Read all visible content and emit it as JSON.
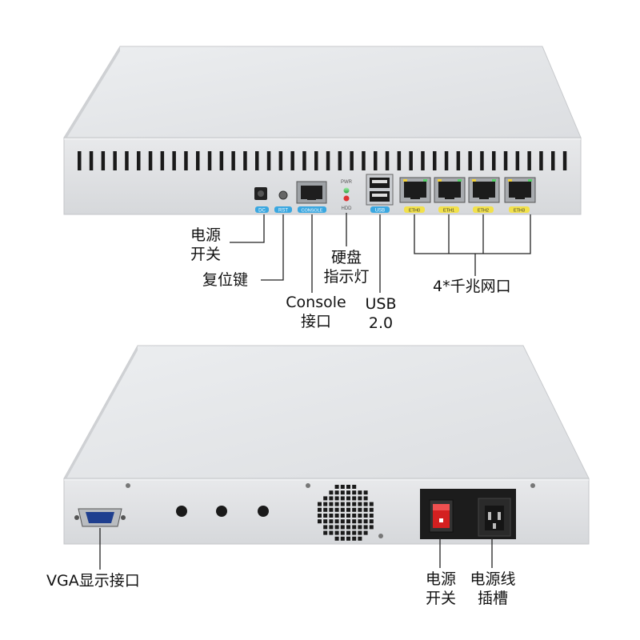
{
  "front": {
    "port_tags": {
      "dc": "DC",
      "rst": "RST",
      "console": "CONSOLE",
      "usb": "USB",
      "eth0": "ETH0",
      "eth1": "ETH1",
      "eth2": "ETH2",
      "eth3": "ETH3",
      "pwr": "PWR",
      "hdd": "HDD"
    },
    "callouts": {
      "power_line1": "电源",
      "power_line2": "开关",
      "reset": "复位键",
      "console_line1": "Console",
      "console_line2": "接口",
      "hdd_line1": "硬盘",
      "hdd_line2": "指示灯",
      "usb_line1": "USB",
      "usb_line2": "2.0",
      "eth": "4*千兆网口"
    }
  },
  "back": {
    "callouts": {
      "vga": "VGA显示接口",
      "power_switch_line1": "电源",
      "power_switch_line2": "开关",
      "power_socket_line1": "电源线",
      "power_socket_line2": "插槽"
    }
  },
  "colors": {
    "chassis": "#dedfe1",
    "chassis_top": "#e6e7e9",
    "tag_blue": "#3aa7e0",
    "tag_yellow": "#f2e14a",
    "led_green": "#33cc55",
    "led_red": "#dd3333",
    "switch_red": "#d42020"
  }
}
